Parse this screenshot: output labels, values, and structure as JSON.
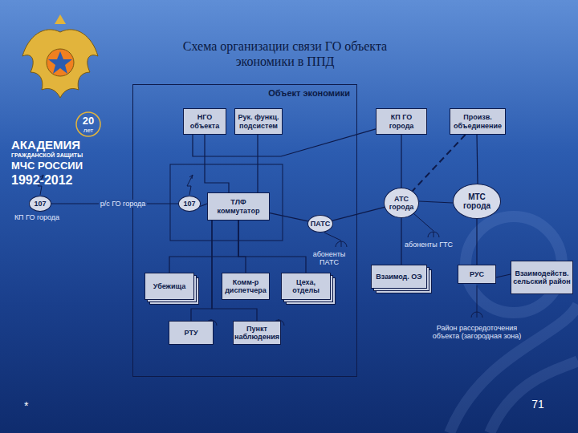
{
  "diagram": {
    "title": "Схема организации связи ГО объекта экономики в ППД",
    "nodes": [
      {
        "text": [
          "Объект экономики"
        ]
      },
      {
        "text": [
          "НГО объекта"
        ],
        "in": 0
      },
      {
        "text": [
          "Рук. функц. подсистем"
        ],
        "in": 0
      },
      {
        "text": [
          "107"
        ],
        "in": 0
      },
      {
        "text": [
          "ТЛФ коммутатор"
        ],
        "in": 0
      },
      {
        "text": [
          "Убежища"
        ],
        "in": 0
      },
      {
        "text": [
          "Комм-р диспетчера"
        ],
        "in": 0
      },
      {
        "text": [
          "Цеха, отделы"
        ],
        "in": 0
      },
      {
        "text": [
          "РТУ"
        ],
        "in": 0
      },
      {
        "text": [
          "Пункт наблюдения"
        ],
        "in": 0
      },
      {
        "text": [
          "ПАТС"
        ],
        "in": 0
      },
      {
        "text": [
          "107"
        ]
      },
      {
        "text": [
          "КП ГО города"
        ]
      },
      {
        "text": [
          "Произв. объединение"
        ]
      },
      {
        "text": [
          "АТС города"
        ]
      },
      {
        "text": [
          "МТС города"
        ]
      },
      {
        "text": [
          "Взаимод. ОЭ"
        ]
      },
      {
        "text": [
          "РУС"
        ]
      },
      {
        "text": [
          "Взаимодейств. сельский район"
        ]
      }
    ],
    "edges": [
      {
        "from": 11,
        "to": 3,
        "label": "р/с ГО города",
        "arrow": "none"
      },
      {
        "from": 3,
        "to": 4,
        "arrow": "none"
      },
      {
        "from": 1,
        "to": 4,
        "arrow": "none"
      },
      {
        "from": 2,
        "to": 4,
        "arrow": "none"
      },
      {
        "from": 4,
        "to": 5,
        "arrow": "none"
      },
      {
        "from": 4,
        "to": 6,
        "arrow": "none"
      },
      {
        "from": 4,
        "to": 7,
        "arrow": "none"
      },
      {
        "from": 4,
        "to": 8,
        "arrow": "none"
      },
      {
        "from": 4,
        "to": 9,
        "arrow": "none"
      },
      {
        "from": 4,
        "to": 10,
        "arrow": "none"
      },
      {
        "from": 10,
        "to": 14,
        "arrow": "none"
      },
      {
        "from": 1,
        "to": 12,
        "arrow": "none"
      },
      {
        "from": 12,
        "to": 14,
        "arrow": "none"
      },
      {
        "from": 13,
        "to": 14,
        "arrow": "none"
      },
      {
        "from": 13,
        "to": 15,
        "arrow": "none"
      },
      {
        "from": 14,
        "to": 15,
        "arrow": "none"
      },
      {
        "from": 14,
        "to": 16,
        "arrow": "none"
      },
      {
        "from": 15,
        "to": 17,
        "arrow": "none"
      },
      {
        "from": 17,
        "to": 18,
        "arrow": "none"
      }
    ],
    "labels": [
      "КП ГО города",
      "абоненты ПАТС",
      "абоненты ГТС",
      "Район рассредоточения объекта (загородная зона)",
      "*",
      "71",
      "20",
      "лет",
      "АКАДЕМИЯ",
      "ГРАЖДАНСКОЙ ЗАЩИТЫ",
      "МЧС РОССИИ",
      "1992-2012"
    ]
  }
}
